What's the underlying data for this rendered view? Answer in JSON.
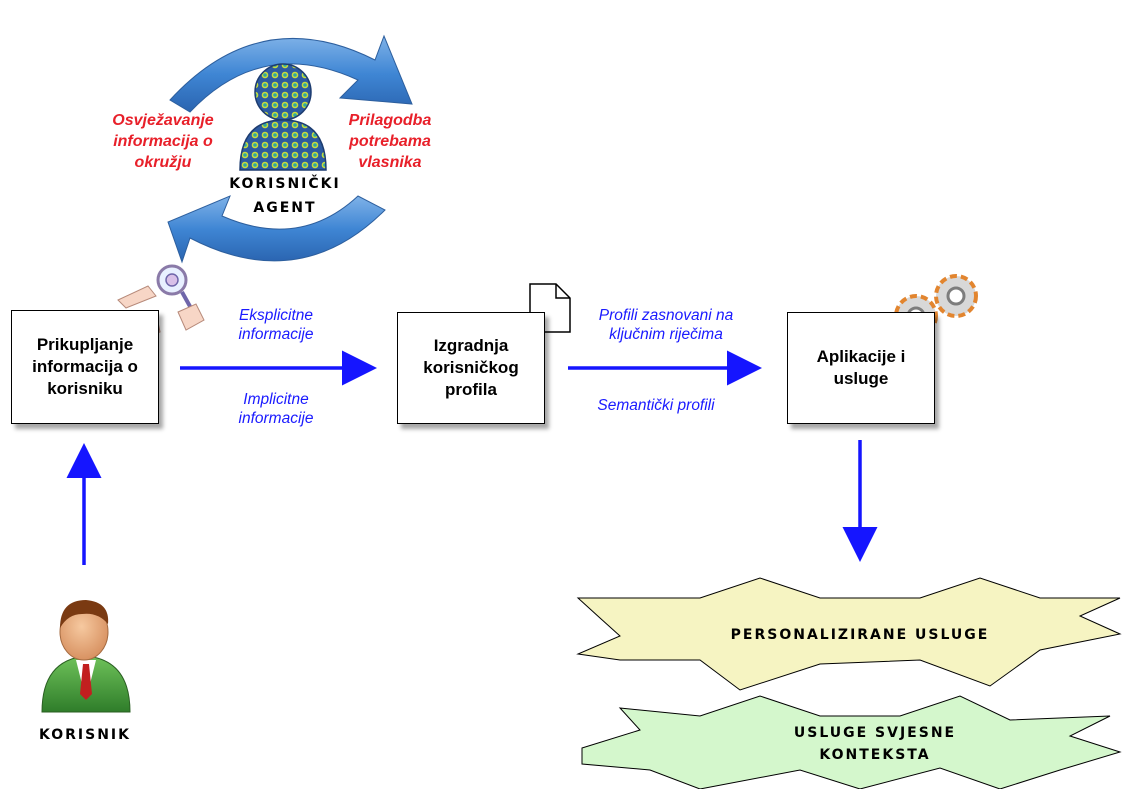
{
  "agent": {
    "label": "KORISNIČKI AGENT",
    "left_note": "Osvježavanje informacija o okružju",
    "right_note": "Prilagodba potrebama vlasnika"
  },
  "boxes": {
    "collect": "Prikupljanje informacija o korisniku",
    "build": "Izgradnja korisničkog profila",
    "apps": "Aplikacije i usluge"
  },
  "edges": {
    "explicit": "Eksplicitne informacije",
    "implicit": "Implicitne informacije",
    "keyword": "Profili zasnovani na ključnim riječima",
    "semantic": "Semantički profili"
  },
  "user": {
    "label": "KORISNIK"
  },
  "outcomes": {
    "personalized": "PERSONALIZIRANE USLUGE",
    "context": "USLUGE SVJESNE KONTEKSTA"
  },
  "colors": {
    "arrow": "#1515ff",
    "note_red": "#e8202a",
    "note_blue": "#1a1aff",
    "star1": "#f6f4c2",
    "star2": "#d4f7cc"
  }
}
